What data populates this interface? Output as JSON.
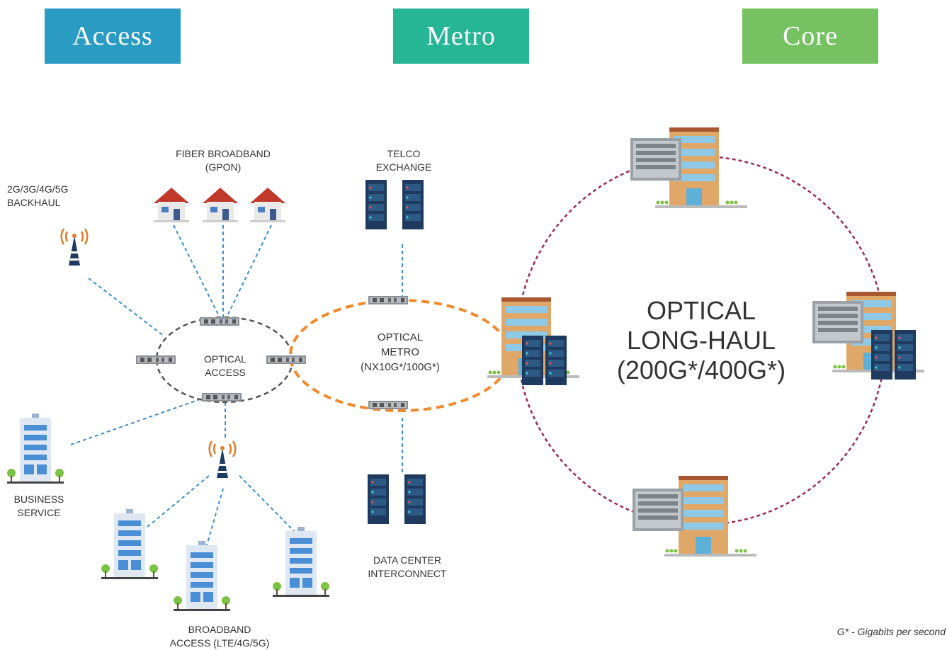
{
  "headers": {
    "access": "Access",
    "metro": "Metro",
    "core": "Core"
  },
  "colors": {
    "access": "#2a9cc4",
    "metro": "#27b695",
    "core": "#76c262",
    "access_ring": "#555555",
    "metro_ring": "#f08a2c",
    "core_ring": "#9c2a55",
    "link": "#3a8ecf"
  },
  "labels": {
    "backhaul": "2G/3G/4G/5G\nBACKHAUL",
    "fiber": "FIBER BROADBAND\n(GPON)",
    "telco": "TELCO\nEXCHANGE",
    "optical_access": "OPTICAL\nACCESS",
    "business": "BUSINESS\nSERVICE",
    "broadband_access": "BROADBAND\nACCESS (LTE/4G/5G)",
    "data_center": "DATA CENTER\nINTERCONNECT"
  },
  "optical_metro": {
    "line1": "OPTICAL",
    "line2": "METRO",
    "line3": "(NX10G*/100G*)"
  },
  "long_haul": {
    "line1": "OPTICAL",
    "line2": "LONG-HAUL",
    "line3": "(200G*/400G*)"
  },
  "footnote": "G* - Gigabits per second",
  "icons": [
    "cell-tower-icon",
    "house-icon",
    "server-rack-icon",
    "optical-switch-icon",
    "office-building-icon",
    "datacenter-building-icon"
  ]
}
